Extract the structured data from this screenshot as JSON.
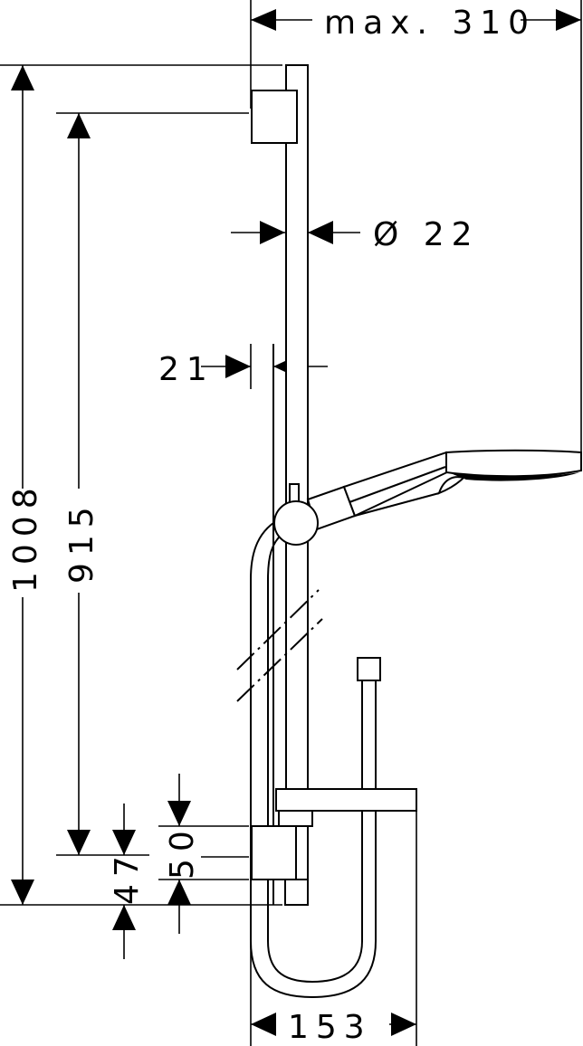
{
  "dimensions": {
    "max_width": "max. 310",
    "rail_diameter": "Ø 22",
    "wall_distance": "21",
    "total_height": "1008",
    "bracket_distance": "915",
    "bracket_height": "50",
    "bottom_offset": "47",
    "dish_width": "153"
  }
}
